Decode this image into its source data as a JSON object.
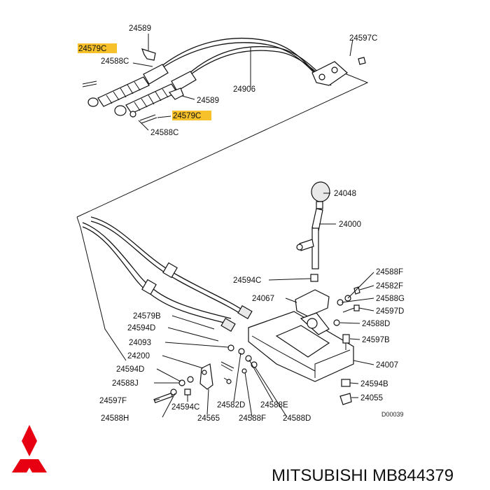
{
  "labels": {
    "l01": "24589",
    "l02": "24579C",
    "l03": "24588C",
    "l04": "24597C",
    "l05": "24906",
    "l06": "24589",
    "l07": "24579C",
    "l08": "24588C",
    "l09": "24048",
    "l10": "24000",
    "l11": "24594C",
    "l12": "24588F",
    "l13": "24582F",
    "l14": "24067",
    "l15": "24588G",
    "l16": "24597D",
    "l17": "24579B",
    "l18": "24588D",
    "l19": "24594D",
    "l20": "24597B",
    "l21": "24093",
    "l22": "24200",
    "l23": "24007",
    "l24": "24594D",
    "l25": "24594B",
    "l26": "24588J",
    "l27": "24055",
    "l28": "24597F",
    "l29": "24594C",
    "l30": "24582D",
    "l31": "24588E",
    "l32": "24588H",
    "l33": "24565",
    "l34": "24588F",
    "l35": "24588D"
  },
  "diagram_code": "D00039",
  "brand_caption": "MITSUBISHI MB844379",
  "colors": {
    "highlight": "#f6c12a",
    "logo_red": "#e60012",
    "ink": "#111111"
  },
  "logo": "three-diamond-logo"
}
